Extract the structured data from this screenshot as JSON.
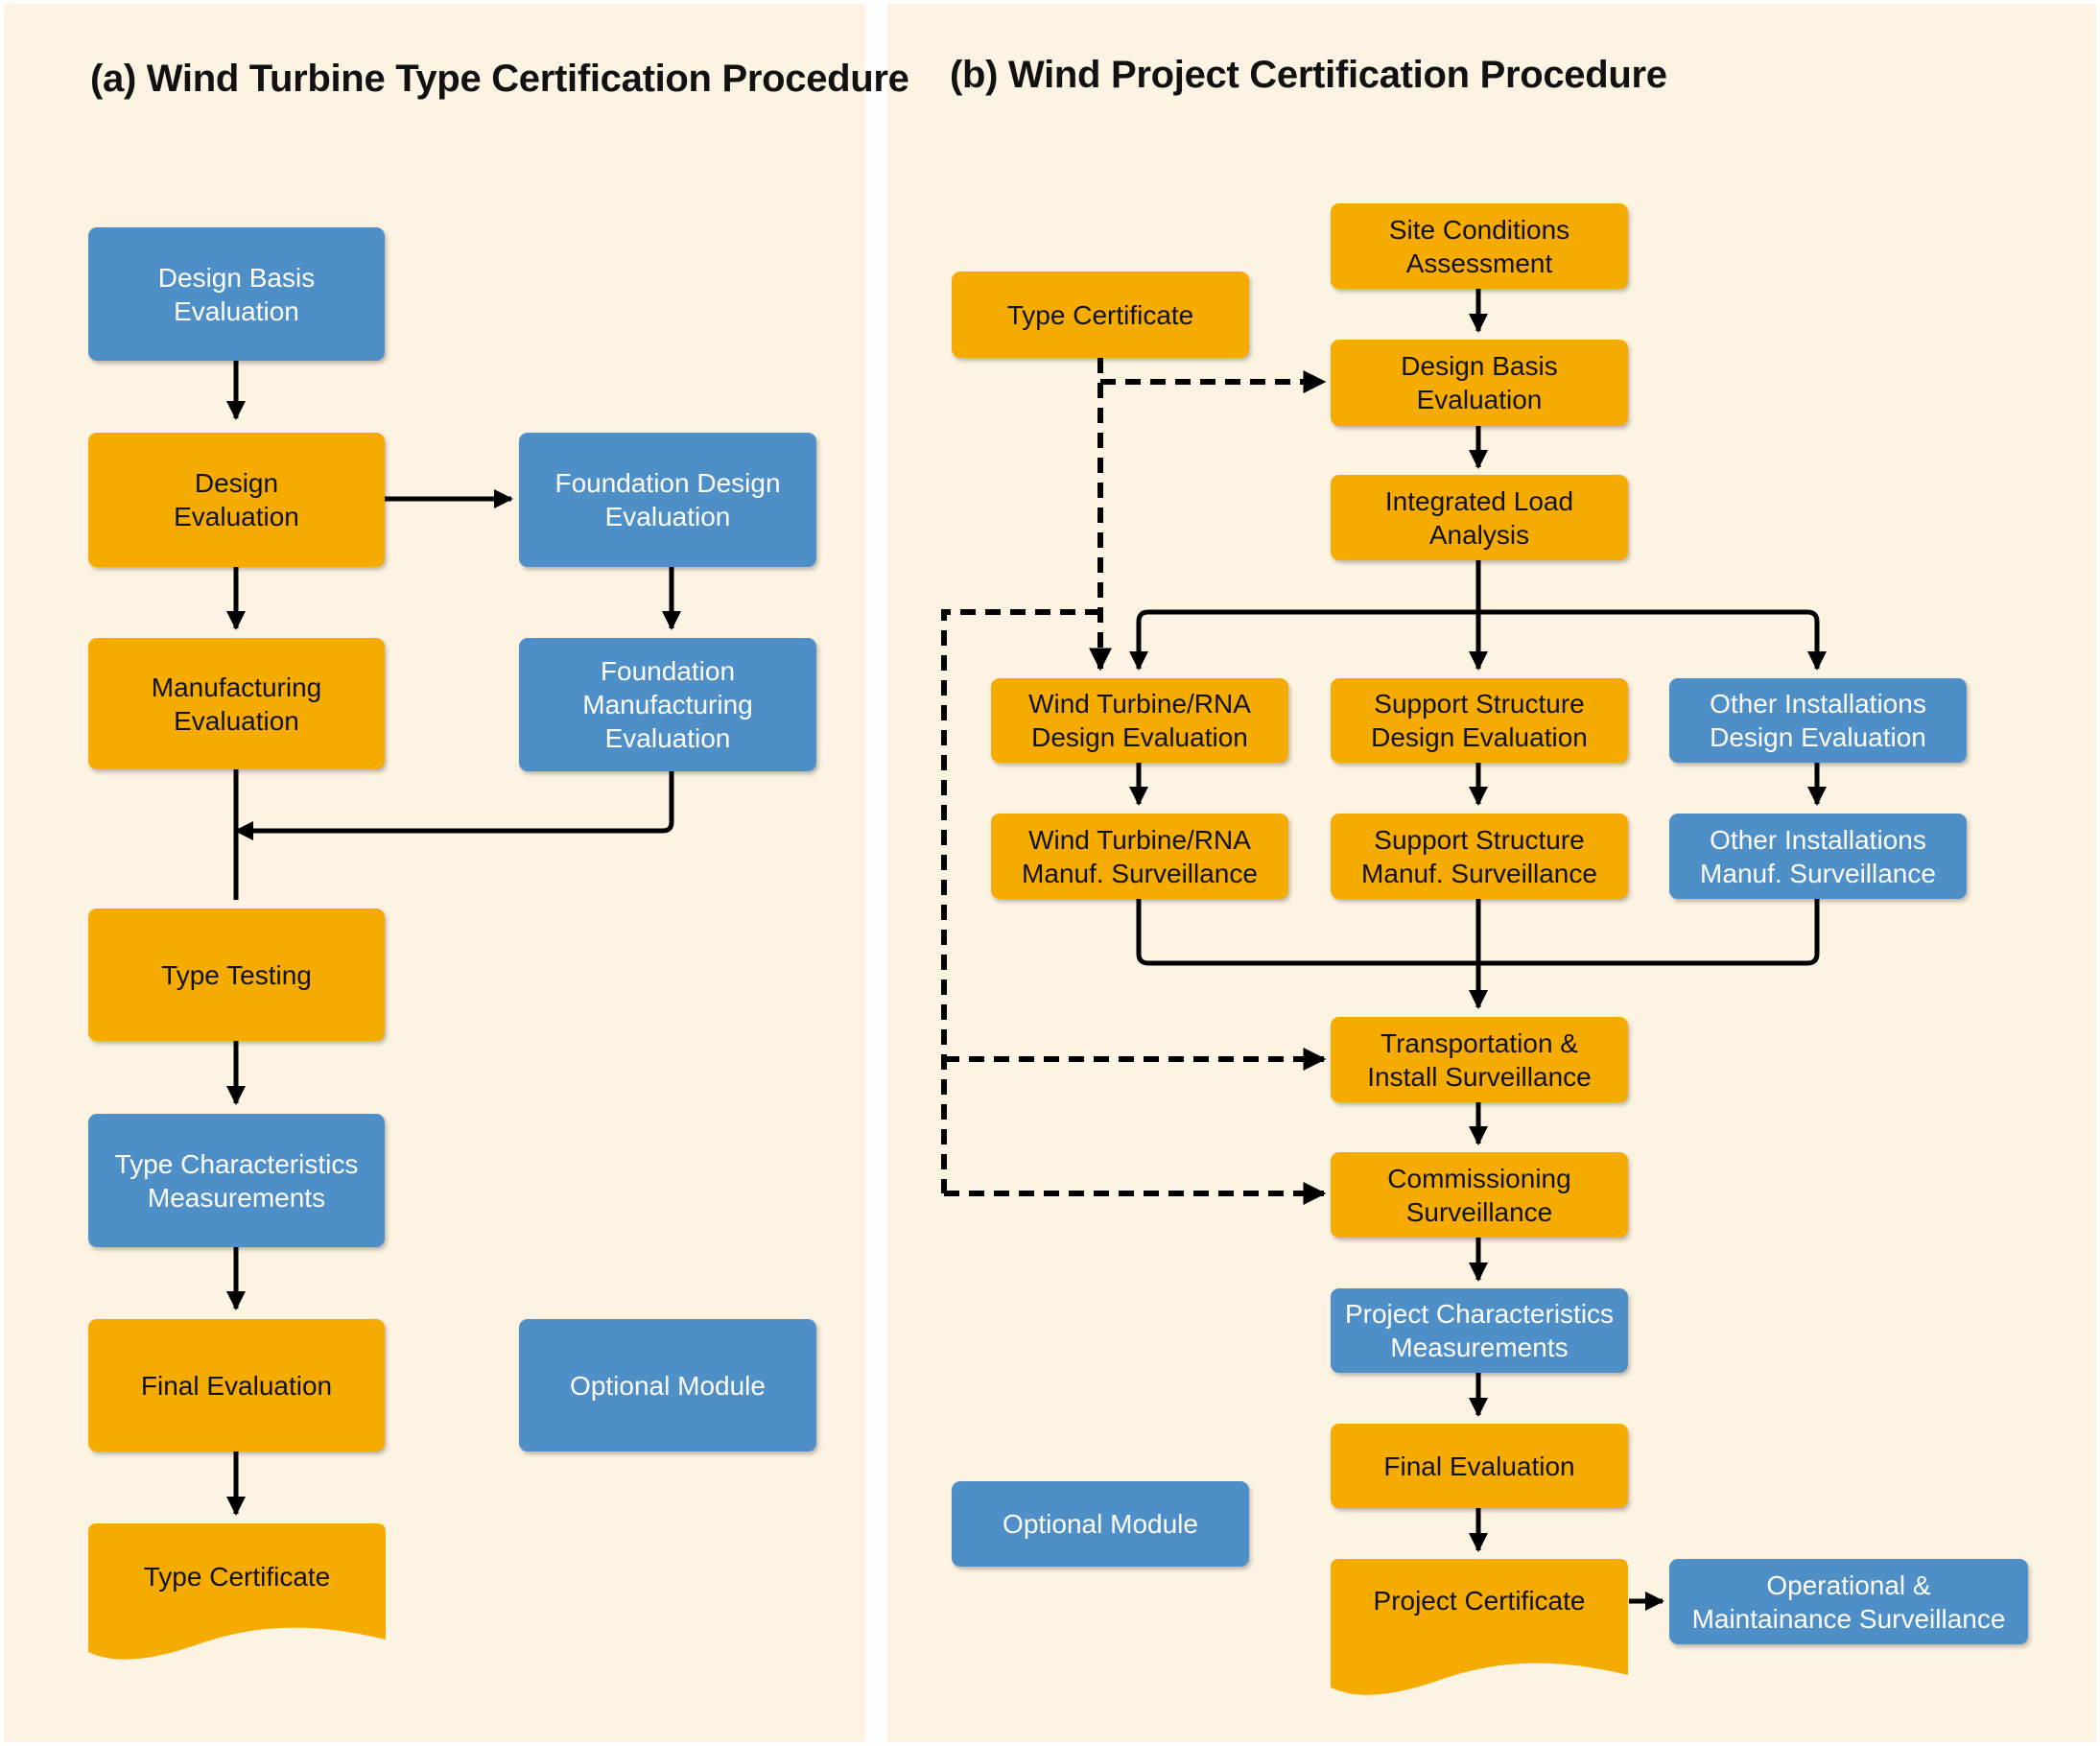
{
  "colors": {
    "background": "#fdf3e2",
    "required_module": "#f6ab00",
    "optional_module": "#4f8fc8",
    "line": "#000000"
  },
  "panel_a": {
    "title": "(a) Wind Turbine Type Certification Procedure",
    "design_basis": "Design Basis\nEvaluation",
    "design_eval": "Design\nEvaluation",
    "foundation_design": "Foundation Design\nEvaluation",
    "manufacturing_eval": "Manufacturing\nEvaluation",
    "foundation_manufacturing": "Foundation\nManufacturing\nEvaluation",
    "type_testing": "Type Testing",
    "type_characteristics": "Type Characteristics\nMeasurements",
    "final_eval": "Final Evaluation",
    "optional_module": "Optional Module",
    "type_certificate": "Type Certificate"
  },
  "panel_b": {
    "title": "(b) Wind Project Certification Procedure",
    "type_certificate": "Type Certificate",
    "site_conditions": "Site Conditions\nAssessment",
    "design_basis": "Design Basis\nEvaluation",
    "integrated_load": "Integrated Load\nAnalysis",
    "rna_design": "Wind Turbine/RNA\nDesign Evaluation",
    "support_design": "Support Structure\nDesign Evaluation",
    "other_design": "Other Installations\nDesign Evaluation",
    "rna_manuf": "Wind Turbine/RNA\nManuf. Surveillance",
    "support_manuf": "Support Structure\nManuf. Surveillance",
    "other_manuf": "Other Installations\nManuf. Surveillance",
    "transport_install": "Transportation &\nInstall Surveillance",
    "commissioning": "Commissioning\nSurveillance",
    "project_characteristics": "Project Characteristics\nMeasurements",
    "final_eval": "Final Evaluation",
    "optional_module": "Optional Module",
    "project_certificate": "Project Certificate",
    "operational_maintenance": "Operational &\nMaintainance Surveillance"
  }
}
